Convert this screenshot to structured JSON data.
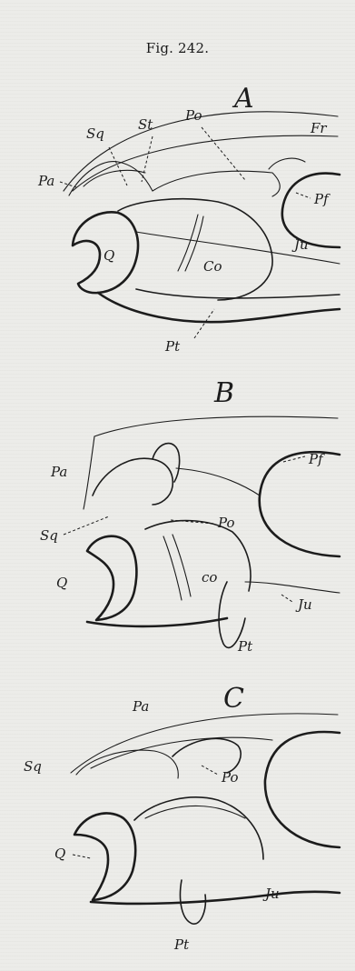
{
  "figure": {
    "title": "Fig. 242."
  },
  "panels": [
    {
      "letter": "A",
      "labels": [
        "Sq",
        "St",
        "Po",
        "Fr",
        "Pa",
        "Pf",
        "Q",
        "Co",
        "Ju",
        "Pt"
      ]
    },
    {
      "letter": "B",
      "labels": [
        "Pa",
        "Pf",
        "Po",
        "Sq",
        "Q",
        "co",
        "Ju",
        "Pt"
      ]
    },
    {
      "letter": "C",
      "labels": [
        "Pa",
        "Sq",
        "Po",
        "Q",
        "Ju",
        "Pt"
      ]
    }
  ]
}
